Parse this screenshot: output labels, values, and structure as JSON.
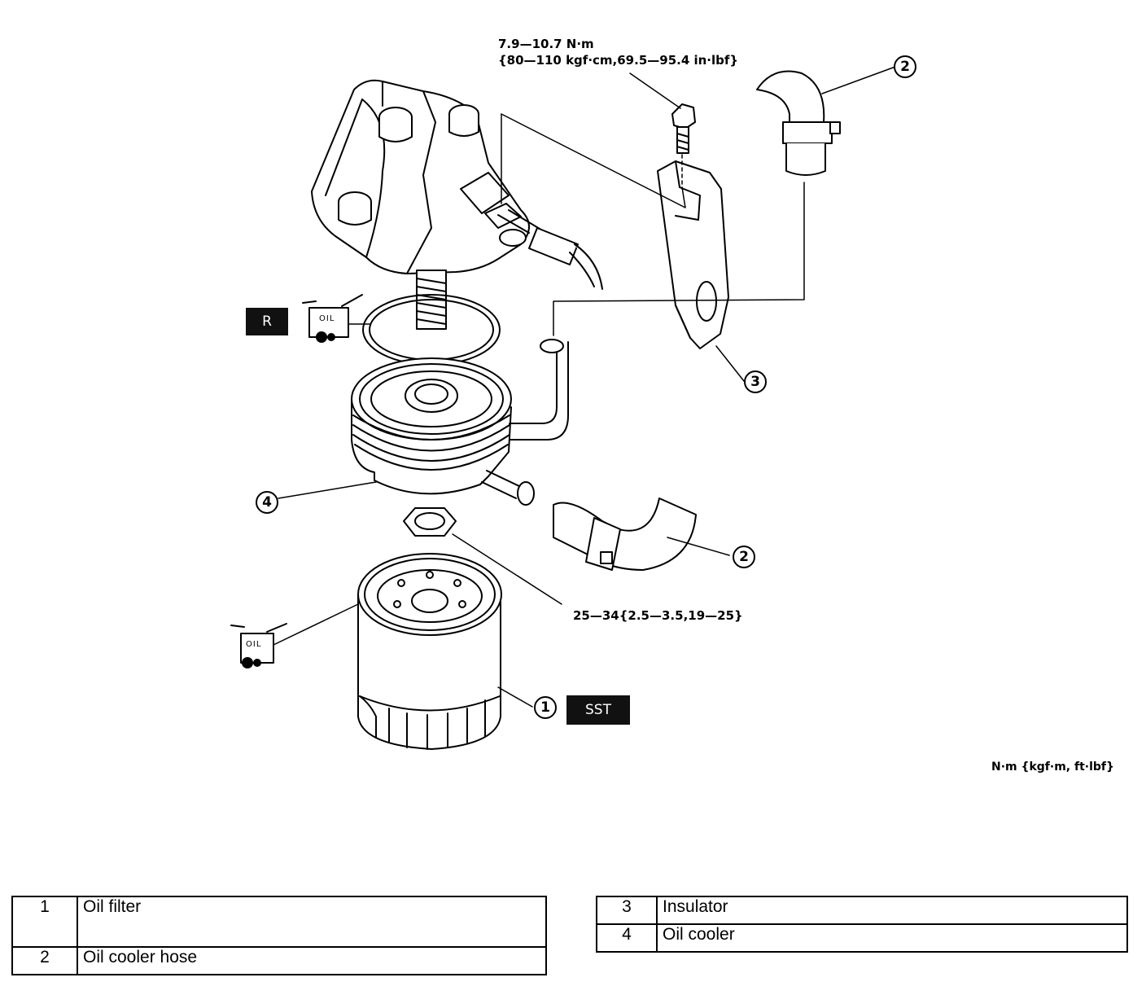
{
  "torque": {
    "bolt_line1": "7.9—10.7 N·m",
    "bolt_line2": "{80—110 kgf·cm,69.5—95.4 in·lbf}",
    "nut": "25—34{2.5—3.5,19—25}",
    "units": "N·m {kgf·m, ft·lbf}"
  },
  "callouts": {
    "c1": "1",
    "c2a": "2",
    "c2b": "2",
    "c3": "3",
    "c4": "4"
  },
  "tags": {
    "replace": "R",
    "sst": "SST",
    "oil1": "OIL",
    "oil2": "OIL"
  },
  "legend": {
    "left": [
      {
        "num": "1",
        "name": "Oil filter"
      },
      {
        "num": "2",
        "name": "Oil cooler hose"
      }
    ],
    "right": [
      {
        "num": "3",
        "name": "Insulator"
      },
      {
        "num": "4",
        "name": "Oil cooler"
      }
    ]
  },
  "icons": {
    "oil_can": "oil-can-icon",
    "callout": "numbered-circle"
  },
  "colors": {
    "ink": "#000000",
    "tag_bg": "#111111",
    "paper": "#ffffff"
  }
}
